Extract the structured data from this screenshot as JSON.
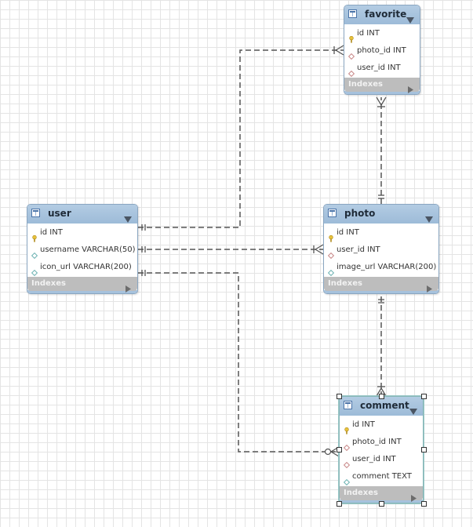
{
  "tables": [
    {
      "key": "favorite",
      "title": "favorite",
      "columns": [
        {
          "name": "id INT",
          "icon": "primary-key-icon"
        },
        {
          "name": "photo_id INT",
          "icon": "foreign-key-diamond-icon"
        },
        {
          "name": "user_id INT",
          "icon": "foreign-key-diamond-icon"
        }
      ],
      "indexes_label": "Indexes",
      "selected": false
    },
    {
      "key": "user",
      "title": "user",
      "columns": [
        {
          "name": "id INT",
          "icon": "primary-key-icon"
        },
        {
          "name": "username VARCHAR(50)",
          "icon": "column-diamond-icon"
        },
        {
          "name": "icon_url VARCHAR(200)",
          "icon": "column-diamond-icon"
        }
      ],
      "indexes_label": "Indexes",
      "selected": false
    },
    {
      "key": "photo",
      "title": "photo",
      "columns": [
        {
          "name": "id INT",
          "icon": "primary-key-icon"
        },
        {
          "name": "user_id INT",
          "icon": "foreign-key-diamond-icon"
        },
        {
          "name": "image_url VARCHAR(200)",
          "icon": "column-diamond-icon"
        }
      ],
      "indexes_label": "Indexes",
      "selected": false
    },
    {
      "key": "comment",
      "title": "comment",
      "columns": [
        {
          "name": "id INT",
          "icon": "primary-key-icon"
        },
        {
          "name": "photo_id INT",
          "icon": "foreign-key-diamond-icon"
        },
        {
          "name": "user_id INT",
          "icon": "foreign-key-diamond-icon"
        },
        {
          "name": "comment TEXT",
          "icon": "column-diamond-icon"
        }
      ],
      "indexes_label": "Indexes",
      "selected": true
    }
  ],
  "relationships": [
    {
      "from": "user",
      "to": "favorite",
      "from_end": "one-and-only-one",
      "to_end": "one-or-many"
    },
    {
      "from": "user",
      "to": "photo",
      "from_end": "one-and-only-one",
      "to_end": "one-or-many"
    },
    {
      "from": "user",
      "to": "comment",
      "from_end": "one-and-only-one",
      "to_end": "zero-or-many"
    },
    {
      "from": "photo",
      "to": "favorite",
      "from_end": "one-and-only-one",
      "to_end": "one-or-many"
    },
    {
      "from": "photo",
      "to": "comment",
      "from_end": "one-and-only-one",
      "to_end": "one-or-many"
    }
  ],
  "colors": {
    "header": "#9dbbd8",
    "indexes_bar": "#bdbdbd",
    "connector": "#555555",
    "key_gold": "#e8c23c",
    "fk_diamond": "#c98a8a",
    "column_diamond": "#6fb3b3"
  }
}
